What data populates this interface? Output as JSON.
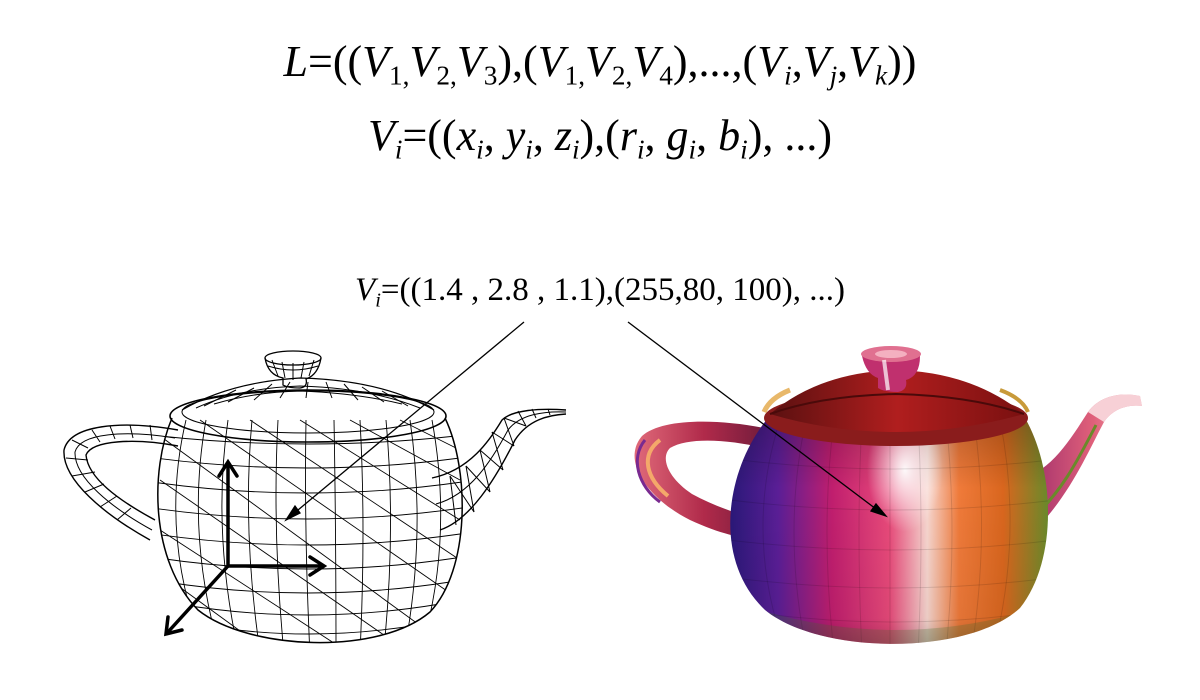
{
  "equations": {
    "triangle_list": {
      "lhs": "L",
      "rhs_parts": [
        "((",
        "V",
        "1,",
        "V",
        "2,",
        "V",
        "3",
        "),(",
        "V",
        "1,",
        "V",
        "2,",
        "V",
        "4",
        "),...,(",
        "V",
        "i",
        ",",
        "V",
        "j",
        ",",
        "V",
        "k",
        "))"
      ]
    },
    "vertex_def": {
      "lhs": "V",
      "lhs_sub": "i",
      "rhs_parts": [
        "((",
        "x",
        "i",
        ", ",
        "y",
        "i",
        ", ",
        "z",
        "i",
        "),(",
        "r",
        "i",
        ", ",
        "g",
        "i",
        ", ",
        "b",
        "i",
        "), ...)"
      ]
    },
    "vertex_example": {
      "lhs": "V",
      "lhs_sub": "i",
      "values_position": "1.4 , 2.8 , 1.1",
      "values_color": "255,80, 100",
      "tail": "), ...)"
    }
  },
  "figures": {
    "left": {
      "icon": "wireframe-teapot",
      "stroke_color": "#000000"
    },
    "right": {
      "icon": "shaded-teapot",
      "highlight_color": "#ffffff",
      "base_colors": [
        "#3b1a8c",
        "#c0206e",
        "#e8552a",
        "#6a8a2a"
      ]
    },
    "axes_color": "#000000"
  }
}
